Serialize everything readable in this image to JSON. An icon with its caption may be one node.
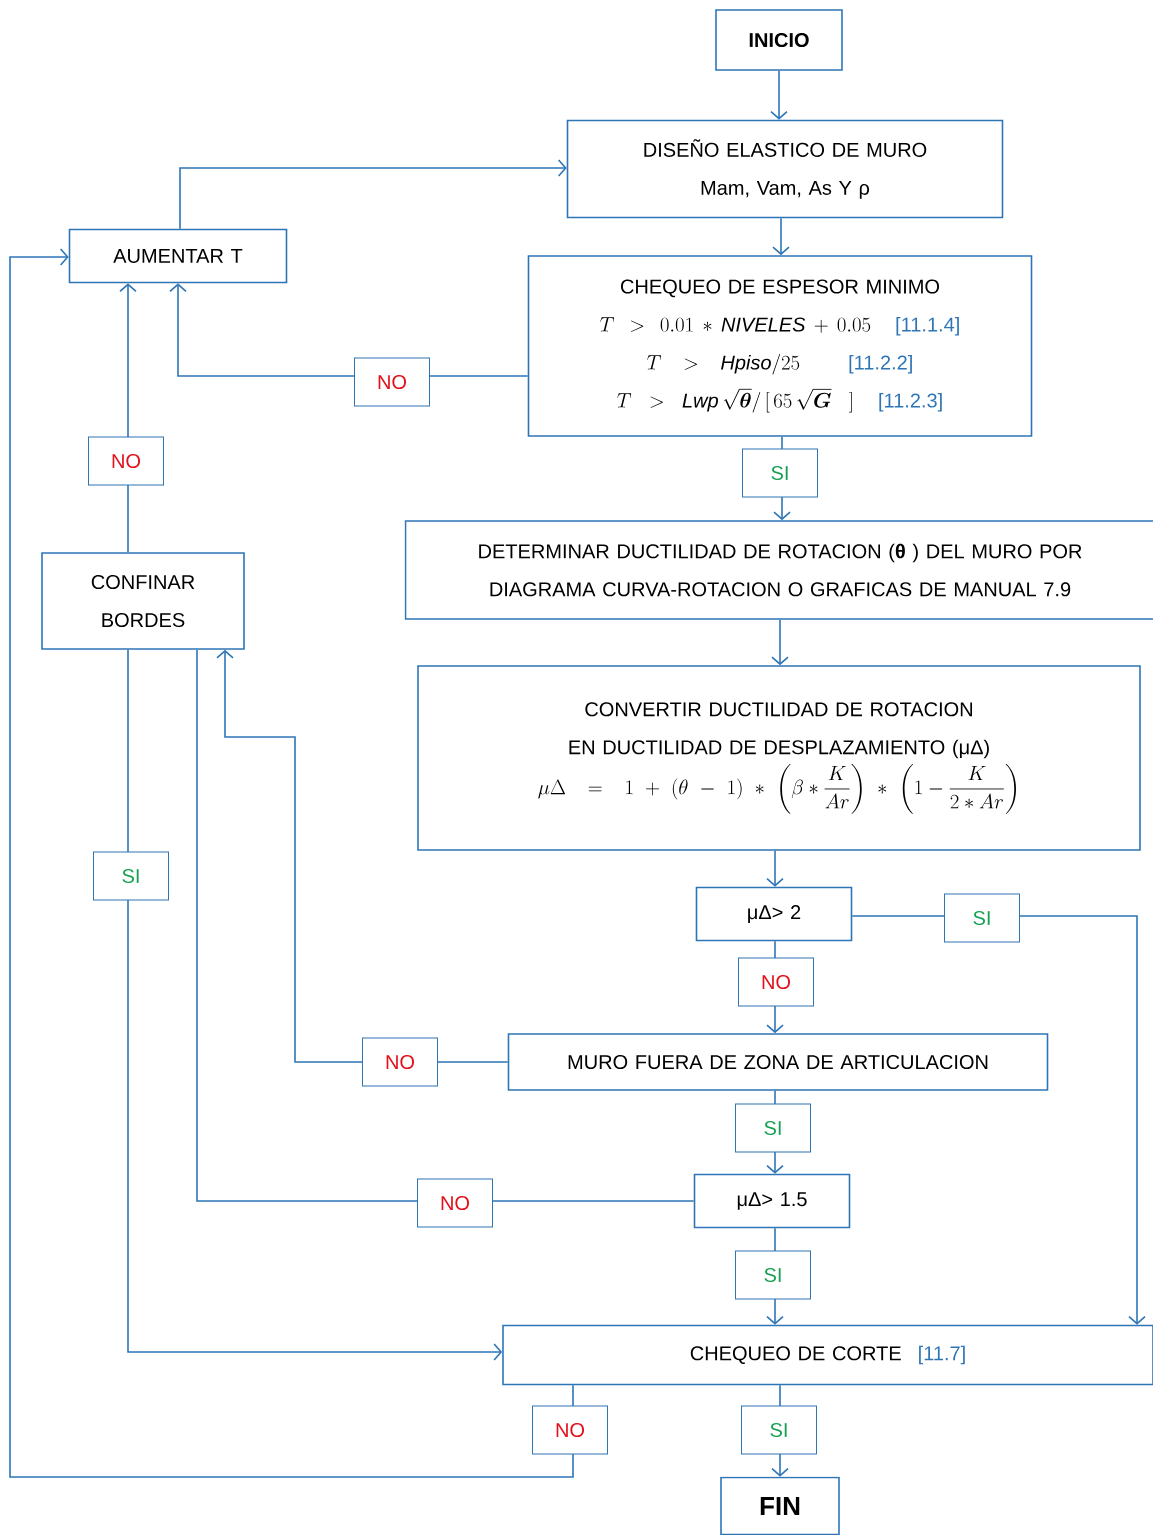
{
  "diagram": {
    "nodes": [
      {
        "text": [
          "INICIO"
        ]
      },
      {
        "text": [
          "DISEÑO ELASTICO DE MURO",
          "Mam, Vam, As Y ρ"
        ]
      },
      {
        "text": [
          "AUMENTAR T"
        ]
      },
      {
        "text": [
          "CHEQUEO DE ESPESOR MINIMO",
          "T > 0.01 \\ast \\mathit{NIVELES} + 0.05",
          "[11.1.4]",
          "T > \\mathit{Hpiso}/25",
          "[11.2.2]",
          "T > \\mathit{Lwp}\\,\\sqrt{\\boldsymbol{\\theta}}/\\,[\\,65\\,\\sqrt{\\boldsymbol{G}}\\;]",
          "[11.2.3]"
        ]
      },
      {
        "text": [
          "DETERMINAR DUCTILIDAD DE ROTACION (**θ** ) DEL MURO POR DIAGRAMA CURVA-ROTACION O GRAFICAS DE MANUAL 7.9"
        ]
      },
      {
        "text": [
          "CONVERTIR DUCTILIDAD DE ROTACION EN DUCTILIDAD DE DESPLAZAMIENTO (μΔ)",
          "\\mu\\Delta = 1 + (\\theta - 1) \\ast \\left(\\beta \\ast \\frac{K}{Ar}\\right) \\ast \\left(1 - \\frac{K}{2 \\ast Ar}\\right)"
        ]
      },
      {
        "text": [
          "CONFINAR BORDES"
        ]
      },
      {
        "text": [
          "μΔ> 2"
        ]
      },
      {
        "text": [
          "MURO FUERA DE ZONA DE ARTICULACION"
        ]
      },
      {
        "text": [
          "μΔ> 1.5"
        ]
      },
      {
        "text": [
          "CHEQUEO DE CORTE",
          "[11.7]"
        ]
      },
      {
        "text": [
          "FIN"
        ]
      }
    ],
    "edges": [
      {
        "from": 0,
        "to": 1,
        "arrow": "to"
      },
      {
        "from": 1,
        "to": 3,
        "arrow": "to"
      },
      {
        "from": 2,
        "to": 1,
        "arrow": "to"
      },
      {
        "from": 3,
        "to": 2,
        "arrow": "to",
        "label": "NO"
      },
      {
        "from": 3,
        "to": 4,
        "arrow": "to",
        "label": "SI"
      },
      {
        "from": 4,
        "to": 5,
        "arrow": "to"
      },
      {
        "from": 5,
        "to": 7,
        "arrow": "to"
      },
      {
        "from": 7,
        "to": 10,
        "arrow": "to",
        "label": "SI"
      },
      {
        "from": 7,
        "to": 8,
        "arrow": "to",
        "label": "NO"
      },
      {
        "from": 8,
        "to": 6,
        "arrow": "to",
        "label": "NO"
      },
      {
        "from": 8,
        "to": 9,
        "arrow": "to",
        "label": "SI"
      },
      {
        "from": 9,
        "to": 6,
        "arrow": "none",
        "label": "NO"
      },
      {
        "from": 9,
        "to": 10,
        "arrow": "to",
        "label": "SI"
      },
      {
        "from": 6,
        "to": 2,
        "arrow": "to",
        "label": "NO"
      },
      {
        "from": 6,
        "to": 10,
        "arrow": "to",
        "label": "SI"
      },
      {
        "from": 10,
        "to": 2,
        "arrow": "to",
        "label": "NO"
      },
      {
        "from": 10,
        "to": 11,
        "arrow": "to",
        "label": "SI"
      }
    ]
  }
}
